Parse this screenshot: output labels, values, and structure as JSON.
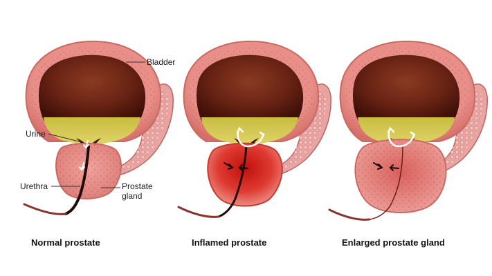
{
  "labels": {
    "bladder": "Bladder",
    "urine": "Urine",
    "urethra": "Urethra",
    "prostate_line1": "Prostate",
    "prostate_line2": "gland"
  },
  "panels": [
    {
      "caption": "Normal prostate",
      "state": "normal"
    },
    {
      "caption": "Inflamed prostate",
      "state": "inflamed"
    },
    {
      "caption": "Enlarged prostate gland",
      "state": "enlarged"
    }
  ],
  "colors": {
    "bladder_wall": "#e9958f",
    "bladder_inner": "#d46f6b",
    "bladder_dark": "#5a1c12",
    "urine": "#d2c54a",
    "prostate_normal": "#e58c86",
    "prostate_inflamed": "#d8231e",
    "prostate_enlarged": "#e07b78",
    "urethra": "#1f0d0b",
    "seminal_vesicle": "#e9a3a1"
  }
}
